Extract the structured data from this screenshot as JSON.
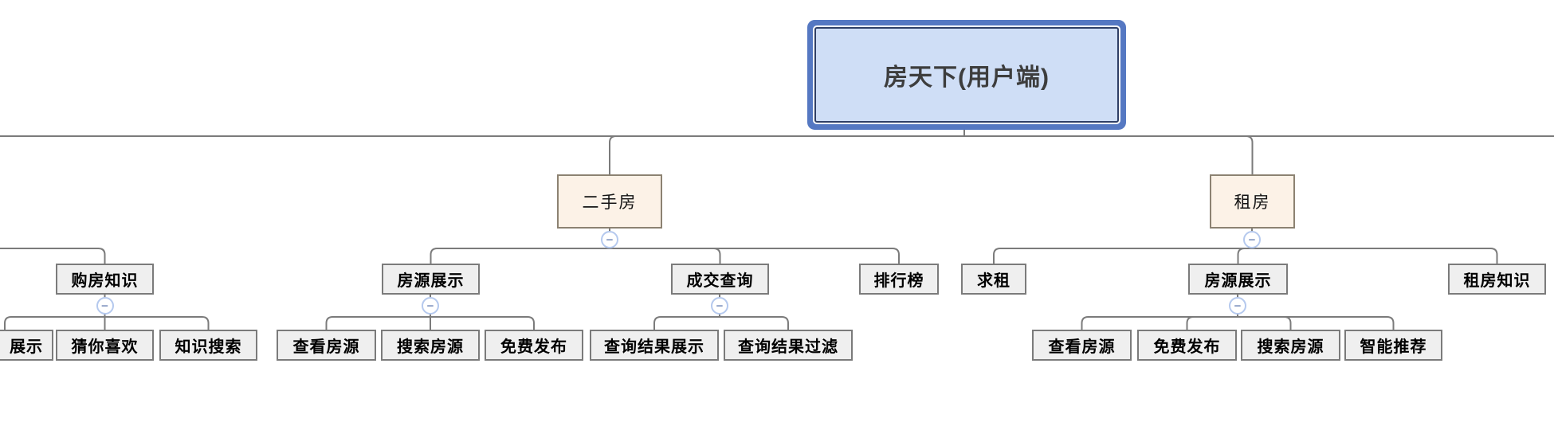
{
  "diagram": {
    "title": "房天下(用户端)",
    "nodes": [
      {
        "id": "root",
        "label": "房天下(用户端)",
        "parent": null,
        "type": "root",
        "selected": true
      },
      {
        "id": "goufangzhishi",
        "label": "购房知识",
        "parent": "offscreen",
        "type": "sub"
      },
      {
        "id": "zhanshi",
        "label": "展示",
        "parent": "goufangzhishi",
        "type": "sub"
      },
      {
        "id": "cainixihuan",
        "label": "猜你喜欢",
        "parent": "goufangzhishi",
        "type": "sub"
      },
      {
        "id": "zhishisousuo",
        "label": "知识搜索",
        "parent": "goufangzhishi",
        "type": "sub"
      },
      {
        "id": "ershoufang",
        "label": "二手房",
        "parent": "root",
        "type": "primary"
      },
      {
        "id": "fyzsL",
        "label": "房源展示",
        "parent": "ershoufang",
        "type": "sub"
      },
      {
        "id": "chengjiao",
        "label": "成交查询",
        "parent": "ershoufang",
        "type": "sub"
      },
      {
        "id": "paihangbang",
        "label": "排行榜",
        "parent": "ershoufang",
        "type": "sub"
      },
      {
        "id": "chakanL",
        "label": "查看房源",
        "parent": "fyzsL",
        "type": "sub"
      },
      {
        "id": "sousuoL",
        "label": "搜索房源",
        "parent": "fyzsL",
        "type": "sub"
      },
      {
        "id": "mianfeiL",
        "label": "免费发布",
        "parent": "fyzsL",
        "type": "sub"
      },
      {
        "id": "jgzhanshi",
        "label": "查询结果展示",
        "parent": "chengjiao",
        "type": "sub"
      },
      {
        "id": "jgguolv",
        "label": "查询结果过滤",
        "parent": "chengjiao",
        "type": "sub"
      },
      {
        "id": "zufang",
        "label": "租房",
        "parent": "root",
        "type": "primary"
      },
      {
        "id": "qiuzu",
        "label": "求租",
        "parent": "zufang",
        "type": "sub"
      },
      {
        "id": "fyzsR",
        "label": "房源展示",
        "parent": "zufang",
        "type": "sub"
      },
      {
        "id": "zufangzhishi",
        "label": "租房知识",
        "parent": "zufang",
        "type": "sub"
      },
      {
        "id": "chakanR",
        "label": "查看房源",
        "parent": "fyzsR",
        "type": "sub"
      },
      {
        "id": "mianfeiR",
        "label": "免费发布",
        "parent": "fyzsR",
        "type": "sub"
      },
      {
        "id": "sousuoR",
        "label": "搜索房源",
        "parent": "fyzsR",
        "type": "sub"
      },
      {
        "id": "zhineng",
        "label": "智能推荐",
        "parent": "fyzsR",
        "type": "sub"
      }
    ],
    "icons": {
      "collapse_glyph": "−",
      "collapsed_parents": [
        "goufangzhishi",
        "ershoufang",
        "fyzsL",
        "chengjiao",
        "zufang",
        "fyzsR"
      ]
    },
    "colors": {
      "connector": "#7b7b7b",
      "sub_fill": "#efefef",
      "sub_border": "#7b7b7b",
      "primary_fill": "#fcf2e7",
      "primary_border": "#8c8272",
      "root_fill": "#cfdef6",
      "root_border": "#2f3f66",
      "root_selection": "#5578c2",
      "collapse_border": "#b5c9ee",
      "collapse_glyph_color": "#8094bf"
    }
  }
}
